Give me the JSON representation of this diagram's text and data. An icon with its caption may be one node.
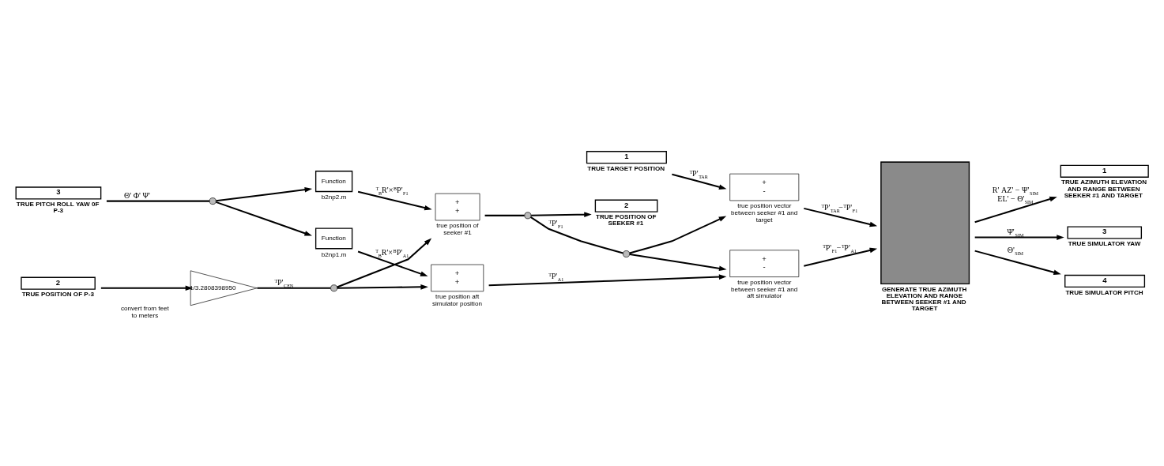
{
  "diagram": {
    "nodes": [
      {
        "text": [
          "3"
        ],
        "beside": [
          "TRUE PITCH ROLL YAW 0F P-3"
        ]
      },
      {
        "text": [],
        "shape": "circle"
      },
      {
        "text": [
          "Function"
        ],
        "beside": [
          "b2np2.m"
        ]
      },
      {
        "text": [
          "Function"
        ],
        "beside": [
          "b2np1.m"
        ]
      },
      {
        "text": [
          "2"
        ],
        "beside": [
          "TRUE POSITION OF P-3"
        ]
      },
      {
        "text": [
          "1/3.2808398950"
        ],
        "beside": [
          "convert from feet to meters"
        ]
      },
      {
        "text": [],
        "shape": "circle"
      },
      {
        "text": [
          "+",
          "+"
        ],
        "beside": [
          "true position of seeker #1"
        ]
      },
      {
        "text": [
          "+",
          "+"
        ],
        "beside": [
          "true position aft simulator position"
        ]
      },
      {
        "text": [],
        "shape": "circle"
      },
      {
        "text": [
          "2"
        ],
        "beside": [
          "TRUE POSITION OF SEEKER #1"
        ]
      },
      {
        "text": [],
        "shape": "circle"
      },
      {
        "text": [
          "1"
        ],
        "beside": [
          "TRUE TARGET POSITION"
        ]
      },
      {
        "text": [
          "+",
          "-"
        ],
        "beside": [
          "true position vector between seeker #1 and target"
        ]
      },
      {
        "text": [
          "+",
          "-"
        ],
        "beside": [
          "true position vector between seeker #1 and aft simulator"
        ]
      },
      {
        "text": [],
        "shape": "box",
        "beside": [
          "GENERATE TRUE AZIMUTH ELEVATION AND RANGE BETWEEN SEEKER #1 AND TARGET"
        ]
      },
      {
        "text": [
          "1"
        ],
        "beside": [
          "TRUE AZIMUTH ELEVATION AND RANGE BETWEEN SEEKER #1 AND TARGET"
        ]
      },
      {
        "text": [
          "3"
        ],
        "beside": [
          "TRUE SIMULATOR YAW"
        ]
      },
      {
        "text": [
          "4"
        ],
        "beside": [
          "TRUE SIMULATOR PITCH"
        ]
      }
    ],
    "edges": [
      {
        "from": 0,
        "to": 1,
        "arrow": "none",
        "label": "Θ' Φ' Ψ'"
      },
      {
        "from": 1,
        "to": 2,
        "arrow": "to"
      },
      {
        "from": 1,
        "to": 3,
        "arrow": "to"
      },
      {
        "from": 2,
        "to": 7,
        "arrow": "to",
        "label": "$^{T}$$_{B}$R'×$^{B}$P'$_{F1}$"
      },
      {
        "from": 3,
        "to": 8,
        "arrow": "to",
        "label": "$^{T}$$_{B}$R'×$^{B}$P'$_{A1}$"
      },
      {
        "from": 4,
        "to": 5,
        "arrow": "to"
      },
      {
        "from": 5,
        "to": 6,
        "arrow": "none",
        "label": "$^{T}$P'$_{CEN}$"
      },
      {
        "from": 6,
        "to": 7,
        "arrow": "to"
      },
      {
        "from": 6,
        "to": 8,
        "arrow": "to"
      },
      {
        "from": 7,
        "to": 9,
        "arrow": "none"
      },
      {
        "from": 9,
        "to": 10,
        "arrow": "to"
      },
      {
        "from": 9,
        "to": 11,
        "arrow": "none",
        "label": "$^{T}$P'$_{F1}$"
      },
      {
        "from": 11,
        "to": 13,
        "arrow": "to"
      },
      {
        "from": 11,
        "to": 14,
        "arrow": "to"
      },
      {
        "from": 12,
        "to": 13,
        "arrow": "to",
        "label": "$^{T}$P'$_{TAR}$"
      },
      {
        "from": 8,
        "to": 14,
        "arrow": "to",
        "label": "$^{T}$P'$_{A1}$"
      },
      {
        "from": 13,
        "to": 15,
        "arrow": "to",
        "label": "$^{T}$P'$_{TAR}$−$^{T}$P'$_{F1}$"
      },
      {
        "from": 14,
        "to": 15,
        "arrow": "to",
        "label": "$^{T}$P'$_{F1}$−$^{T}$P'$_{A1}$"
      },
      {
        "from": 15,
        "to": 16,
        "arrow": "to",
        "label": "R' AZ' − Ψ'$_{SIM}$ EL' − Θ'$_{SIM}$"
      },
      {
        "from": 15,
        "to": 17,
        "arrow": "to",
        "label": "Ψ'$_{SIM}$"
      },
      {
        "from": 15,
        "to": 18,
        "arrow": "to",
        "label": "Θ'$_{SIM}$"
      }
    ]
  }
}
